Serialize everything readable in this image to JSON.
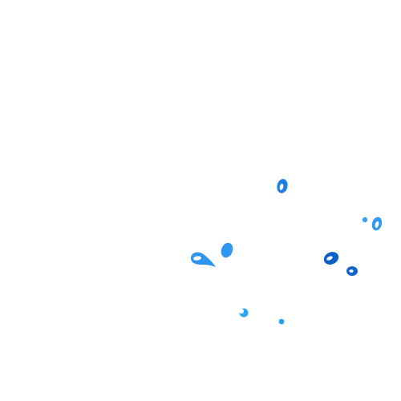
{
  "canvas": {
    "background": "#ffffff"
  },
  "drops": [
    {
      "name": "water-drop-1",
      "shape": "ring-drop",
      "color": "#1e7fe0"
    },
    {
      "name": "water-drop-2",
      "shape": "small-dot",
      "color": "#3aa0f0"
    },
    {
      "name": "water-drop-3",
      "shape": "ring-drop",
      "color": "#2f9bf0"
    },
    {
      "name": "water-drop-4",
      "shape": "splash-tail",
      "color": "#2e95ee"
    },
    {
      "name": "water-drop-5",
      "shape": "oval-drop",
      "color": "#3096f0"
    },
    {
      "name": "water-drop-6",
      "shape": "ring-drop",
      "color": "#0b5fc8"
    },
    {
      "name": "water-drop-7",
      "shape": "ring-drop",
      "color": "#1665cc"
    },
    {
      "name": "water-drop-8",
      "shape": "crescent-drop",
      "color": "#2aa8ee"
    },
    {
      "name": "water-drop-9",
      "shape": "small-dot",
      "color": "#2aa0ee"
    }
  ]
}
